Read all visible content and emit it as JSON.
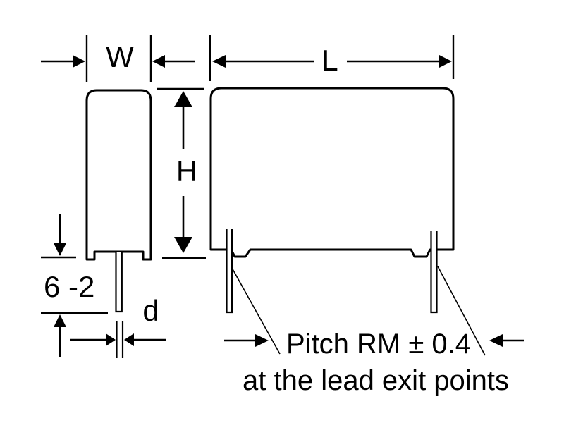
{
  "diagram": {
    "dimensions": {
      "width_label": "W",
      "length_label": "L",
      "height_label": "H",
      "lead_diameter_label": "d",
      "lead_length_label": "6 -2"
    },
    "annotations": {
      "pitch_line1": "Pitch RM ± 0.4",
      "pitch_line2": "at the lead exit points"
    },
    "colors": {
      "ink": "#000000",
      "background": "#ffffff"
    }
  }
}
